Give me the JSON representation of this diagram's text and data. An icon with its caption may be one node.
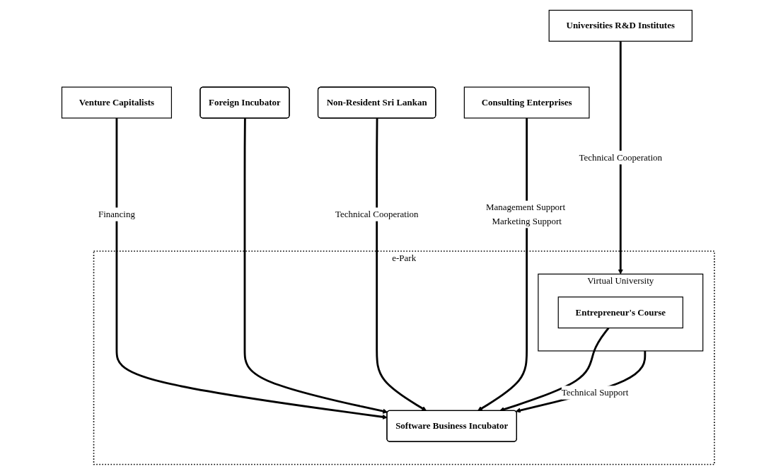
{
  "diagram": {
    "nodes": [
      {
        "text": [
          "Venture Capitalists"
        ]
      },
      {
        "text": [
          "Universities R&D Institutes"
        ]
      },
      {
        "text": [
          "Foreign Incubator"
        ]
      },
      {
        "text": [
          "e-Park"
        ]
      },
      {
        "text": [
          "Software Business Incubator"
        ],
        "in": 3
      },
      {
        "text": [
          "Virtual University"
        ],
        "in": 3
      },
      {
        "text": [
          "Entrepreneur's Course"
        ],
        "in": 5
      },
      {
        "text": [
          "Non-Resident Sri Lankan"
        ]
      },
      {
        "text": [
          "Consulting Enterprises"
        ]
      }
    ],
    "edges": [
      {
        "from": 0,
        "to": 4,
        "arrow": "to",
        "label": "Financing"
      },
      {
        "from": 2,
        "to": 4,
        "arrow": "to"
      },
      {
        "from": 7,
        "to": 4,
        "arrow": "to",
        "label": "Technical Cooperation"
      },
      {
        "from": 5,
        "to": 4,
        "arrow": "to",
        "label": "Technical Support"
      },
      {
        "from": 6,
        "to": 4,
        "arrow": "to"
      },
      {
        "from": 1,
        "to": 5,
        "arrow": "to",
        "label": "Technical Cooperation"
      },
      {
        "from": 8,
        "to": 4,
        "arrow": "to",
        "label": "Management Support Marketing Support"
      }
    ]
  }
}
